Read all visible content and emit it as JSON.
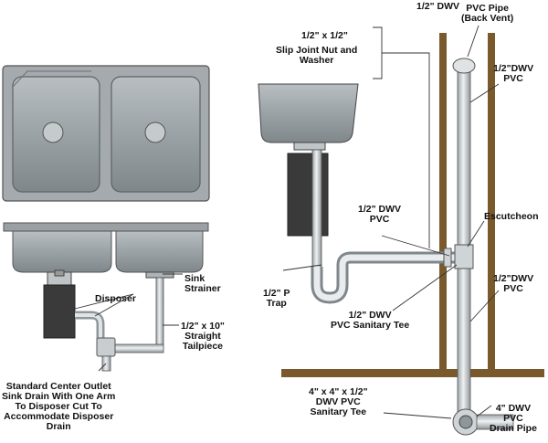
{
  "labels": {
    "half_dwv_top": "1/2\" DWV",
    "pvc_back_vent": "PVC Pipe\n(Back Vent)",
    "slip_joint_size": "1/2\" x 1/2\"",
    "slip_joint_name": "Slip Joint Nut and\nWasher",
    "half_dwv_pvc_right_top": "1/2\"DWV\nPVC",
    "half_dwv_pvc_mid": "1/2\" DWV\nPVC",
    "escutcheon": "Escutcheon",
    "half_dwv_pvc_right_low": "1/2\"DWV\nPVC",
    "p_trap": "1/2\" P\nTrap",
    "sanitary_tee_upper": "1/2\" DWV\nPVC Sanitary Tee",
    "sanitary_tee_lower": "4\" x 4\" x 1/2\"\nDWV PVC\nSanitary Tee",
    "drain_pipe": "4\" DWV\nPVC\nDrain Pipe",
    "disposer": "Disposer",
    "sink_strainer": "Sink\nStrainer",
    "tailpiece": "1/2\" x 10\"\nStraight\nTailpiece",
    "outlet_drain": "Standard Center Outlet\nSink Drain With One Arm\nTo Disposer Cut To\nAccommodate Disposer\nDrain"
  },
  "colors": {
    "sink_fill": "#9aa0a3",
    "pipe_fill": "#c9cfd2",
    "wood": "#7a5a2c",
    "disposer": "#3a3a3a",
    "leader": "#333333"
  }
}
